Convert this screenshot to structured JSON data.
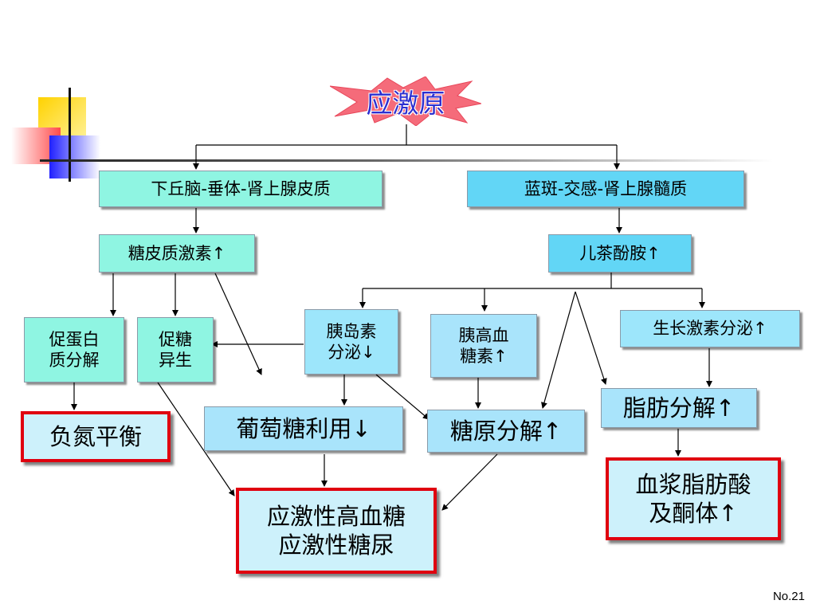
{
  "title": "应激原",
  "page_number": "No.21",
  "colors": {
    "title_text": "#2d2fd0",
    "title_star": "#f56b7a",
    "highlight_border": "#e0000f",
    "teal": "#8ff5e2",
    "cyan": "#62d6f6",
    "light_blue": "#a9e4fb"
  },
  "nodes": {
    "hpa": "下丘脑-垂体-肾上腺皮质",
    "locus": "蓝斑-交感-肾上腺髓质",
    "glucocorticoid": "糖皮质激素↑",
    "catecholamine": "儿茶酚胺↑",
    "protein": "促蛋白\n质分解",
    "gluconeogenesis": "促糖\n异生",
    "insulin": "胰岛素\n分泌↓",
    "glucagon": "胰高血\n糖素↑",
    "gh": "生长激素分泌↑",
    "nitrogen": "负氮平衡",
    "glucose_use": "葡萄糖利用↓",
    "glycogenolysis": "糖原分解↑",
    "lipolysis": "脂肪分解↑",
    "hyperglycemia": "应激性高血糖\n应激性糖尿",
    "fatty_acid": "血浆脂肪酸\n及酮体↑"
  }
}
